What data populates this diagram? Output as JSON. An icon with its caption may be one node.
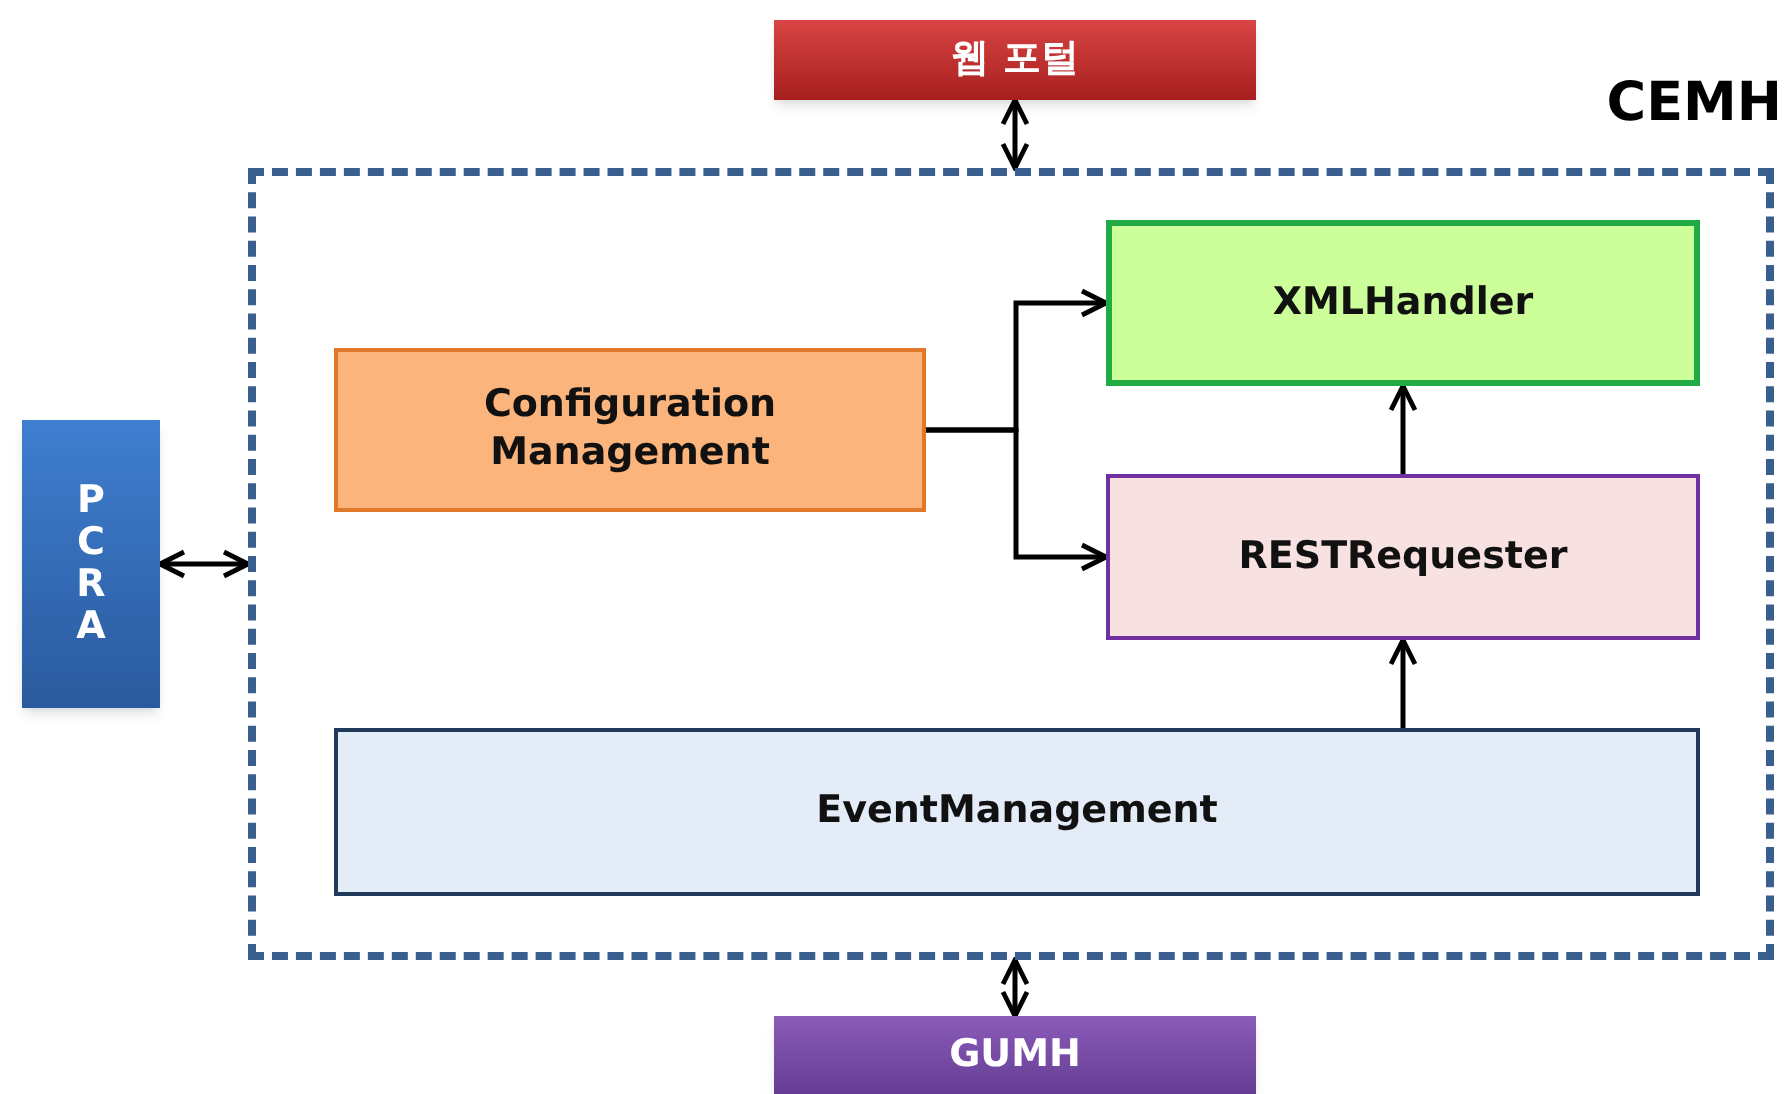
{
  "diagram": {
    "nodes": [
      {
        "text": [
          "웹 포털"
        ]
      },
      {
        "text": [
          "CEMH"
        ]
      },
      {
        "text": [
          "PCRA"
        ]
      },
      {
        "text": [
          "Configuration Management"
        ],
        "in": 1
      },
      {
        "text": [
          "XMLHandler"
        ],
        "in": 1
      },
      {
        "text": [
          "RESTRequester"
        ],
        "in": 1
      },
      {
        "text": [
          "EventManagement"
        ],
        "in": 1
      },
      {
        "text": [
          "GUMH"
        ]
      }
    ],
    "edges": [
      {
        "from": 0,
        "to": 1,
        "arrow": "both"
      },
      {
        "from": 2,
        "to": 1,
        "arrow": "both"
      },
      {
        "from": 3,
        "to": 4,
        "arrow": "to"
      },
      {
        "from": 3,
        "to": 5,
        "arrow": "to"
      },
      {
        "from": 5,
        "to": 4,
        "arrow": "to"
      },
      {
        "from": 6,
        "to": 5,
        "arrow": "to"
      },
      {
        "from": 1,
        "to": 7,
        "arrow": "both"
      }
    ]
  }
}
